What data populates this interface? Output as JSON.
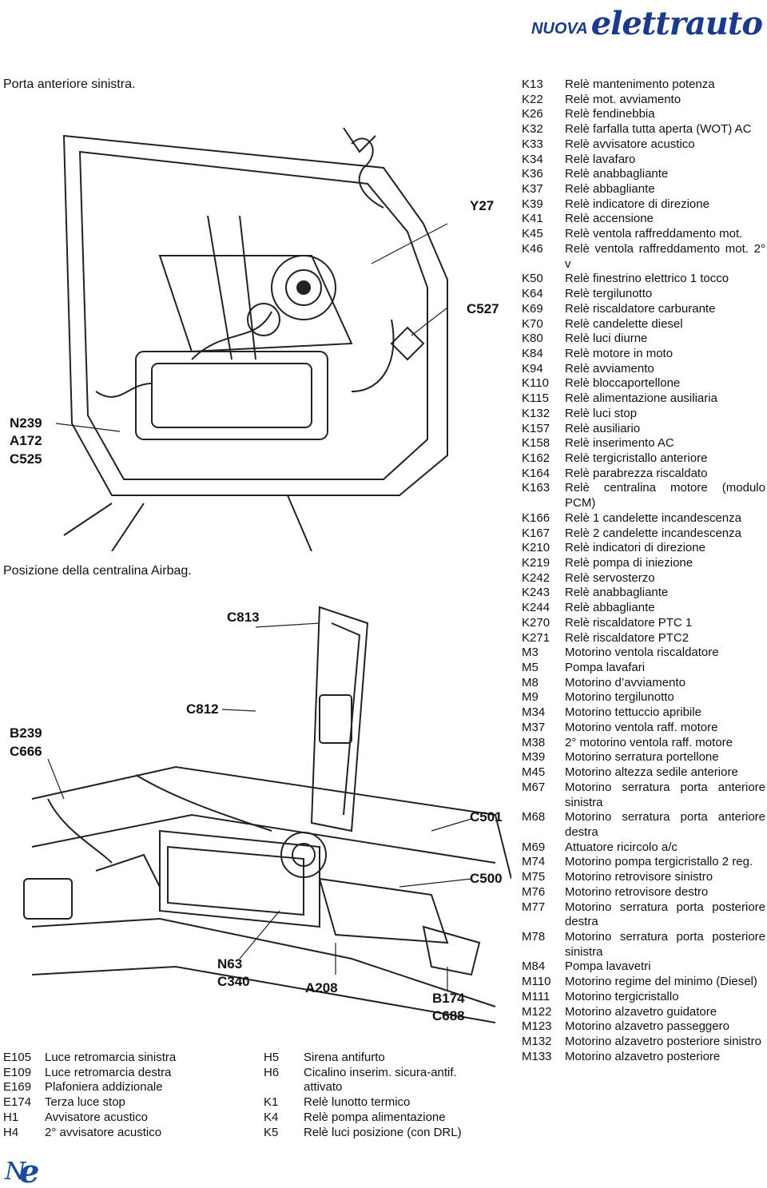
{
  "header": {
    "nuova": "NUOVA",
    "brand": "elettrauto"
  },
  "captions": {
    "door": "Porta anteriore sinistra.",
    "airbag": "Posizione della centralina Airbag."
  },
  "figure_labels": {
    "door": [
      "Y27",
      "C527",
      "N239",
      "A172",
      "C525"
    ],
    "floor": [
      "C813",
      "C812",
      "B239",
      "C666",
      "C501",
      "C500",
      "N63",
      "C340",
      "A208",
      "B174",
      "C688"
    ]
  },
  "legend_right": [
    {
      "code": "K13",
      "desc": "Relè mantenimento potenza"
    },
    {
      "code": "K22",
      "desc": "Relè mot. avviamento"
    },
    {
      "code": "K26",
      "desc": "Relè fendinebbia"
    },
    {
      "code": "K32",
      "desc": "Relè farfalla tutta aperta (WOT) AC"
    },
    {
      "code": "K33",
      "desc": "Relè avvisatore acustico"
    },
    {
      "code": "K34",
      "desc": "Relè lavafaro"
    },
    {
      "code": "K36",
      "desc": "Relè anabbagliante"
    },
    {
      "code": "K37",
      "desc": "Relè abbagliante"
    },
    {
      "code": "K39",
      "desc": "Relè indicatore di direzione"
    },
    {
      "code": "K41",
      "desc": "Relè accensione"
    },
    {
      "code": "K45",
      "desc": "Relè ventola raffreddamento mot."
    },
    {
      "code": "K46",
      "desc": "Relè ventola raffreddamento mot. 2° v"
    },
    {
      "code": "K50",
      "desc": "Relè finestrino elettrico 1 tocco"
    },
    {
      "code": "K64",
      "desc": "Relè tergilunotto"
    },
    {
      "code": "K69",
      "desc": "Relè riscaldatore carburante"
    },
    {
      "code": "K70",
      "desc": "Relè candelette diesel"
    },
    {
      "code": "K80",
      "desc": "Relè luci diurne"
    },
    {
      "code": "K84",
      "desc": "Relè motore in moto"
    },
    {
      "code": "K94",
      "desc": "Relè avviamento"
    },
    {
      "code": "K110",
      "desc": "Relè bloccaportellone"
    },
    {
      "code": "K115",
      "desc": "Relè alimentazione ausiliaria"
    },
    {
      "code": "K132",
      "desc": "Relè luci stop"
    },
    {
      "code": "K157",
      "desc": "Relè ausiliario"
    },
    {
      "code": "K158",
      "desc": "Relè inserimento AC"
    },
    {
      "code": "K162",
      "desc": "Relè tergicristallo anteriore"
    },
    {
      "code": "K164",
      "desc": "Relè parabrezza riscaldato"
    },
    {
      "code": "K163",
      "desc": "Relè centralina motore (modulo PCM)"
    },
    {
      "code": "K166",
      "desc": "Relè 1 candelette incandescenza"
    },
    {
      "code": "K167",
      "desc": "Relè 2 candelette incandescenza"
    },
    {
      "code": "K210",
      "desc": "Relè indicatori di direzione"
    },
    {
      "code": "K219",
      "desc": "Relè pompa di iniezione"
    },
    {
      "code": "K242",
      "desc": "Relè servosterzo"
    },
    {
      "code": "K243",
      "desc": "Relè anabbagliante"
    },
    {
      "code": "K244",
      "desc": "Relè abbagliante"
    },
    {
      "code": "K270",
      "desc": "Relè riscaldatore PTC 1"
    },
    {
      "code": "K271",
      "desc": "Relè riscaldatore PTC2"
    },
    {
      "code": "M3",
      "desc": "Motorino ventola riscaldatore"
    },
    {
      "code": "M5",
      "desc": "Pompa lavafari"
    },
    {
      "code": "M8",
      "desc": "Motorino d’avviamento"
    },
    {
      "code": "M9",
      "desc": "Motorino tergilunotto"
    },
    {
      "code": "M34",
      "desc": "Motorino tettuccio apribile"
    },
    {
      "code": "M37",
      "desc": "Motorino ventola raff. motore"
    },
    {
      "code": "M38",
      "desc": "2° motorino ventola raff. motore"
    },
    {
      "code": "M39",
      "desc": "Motorino serratura portellone"
    },
    {
      "code": "M45",
      "desc": "Motorino altezza sedile anteriore"
    },
    {
      "code": "M67",
      "desc": "Motorino serratura porta anteriore sinistra"
    },
    {
      "code": "M68",
      "desc": "Motorino serratura porta anteriore destra"
    },
    {
      "code": "M69",
      "desc": "Attuatore ricircolo a/c"
    },
    {
      "code": "M74",
      "desc": "Motorino pompa tergicristallo 2 reg."
    },
    {
      "code": "M75",
      "desc": "Motorino retrovisore sinistro"
    },
    {
      "code": "M76",
      "desc": "Motorino retrovisore destro"
    },
    {
      "code": "M77",
      "desc": "Motorino serratura porta posteriore destra"
    },
    {
      "code": "M78",
      "desc": "Motorino serratura porta posteriore sinistra"
    },
    {
      "code": "M84",
      "desc": "Pompa lavavetri"
    },
    {
      "code": "M110",
      "desc": "Motorino regime del minimo (Diesel)"
    },
    {
      "code": "M111",
      "desc": "Motorino tergicristallo"
    },
    {
      "code": "M122",
      "desc": "Motorino alzavetro guidatore"
    },
    {
      "code": "M123",
      "desc": "Motorino alzavetro passeggero"
    },
    {
      "code": "M132",
      "desc": "Motorino alzavetro posteriore sinistro"
    },
    {
      "code": "M133",
      "desc": "Motorino alzavetro posteriore"
    }
  ],
  "legend_bottom_left": [
    {
      "code": "E105",
      "desc": "Luce retromarcia sinistra"
    },
    {
      "code": "E109",
      "desc": "Luce retromarcia destra"
    },
    {
      "code": "E169",
      "desc": "Plafoniera addizionale"
    },
    {
      "code": "E174",
      "desc": "Terza luce stop"
    },
    {
      "code": "H1",
      "desc": "Avvisatore acustico"
    },
    {
      "code": "H4",
      "desc": "2° avvisatore acustico"
    }
  ],
  "legend_bottom_mid": [
    {
      "code": "H5",
      "desc": "Sirena antifurto"
    },
    {
      "code": "H6",
      "desc": "Cicalino inserim. sicura-antif. attivato"
    },
    {
      "code": "K1",
      "desc": "Relè lunotto termico"
    },
    {
      "code": "K4",
      "desc": "Relè pompa alimentazione"
    },
    {
      "code": "K5",
      "desc": "Relè luci posizione (con DRL)"
    }
  ],
  "footer_logo": "Ne",
  "colors": {
    "brand": "#1a3a8c",
    "footer_logo": "#1a4a9c",
    "line_art": "#222222"
  }
}
